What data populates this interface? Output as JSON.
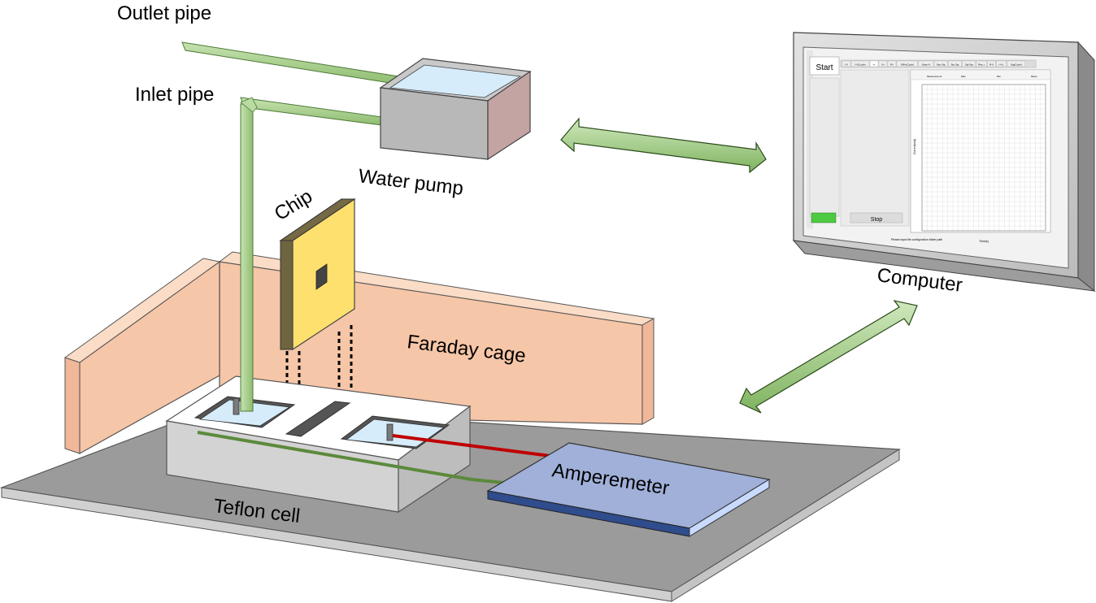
{
  "labels": {
    "outlet_pipe": "Outlet pipe",
    "inlet_pipe": "Inlet pipe",
    "water_pump": "Water pump",
    "chip": "Chip",
    "faraday_cage": "Faraday cage",
    "teflon_cell": "Teflon cell",
    "amperemeter": "Amperemeter",
    "computer": "Computer"
  },
  "screen": {
    "start_button": "Start",
    "stop_button": "Stop",
    "tabs": [
      "I-V",
      "I-V(Cycle)",
      "I-t",
      "V-t",
      "R-t",
      "IVB-t(Cycle)",
      "Solar IV",
      "Sep Stg",
      "Stp Stg",
      "Sgl Stg",
      "Res_t",
      "R-V",
      "I-V-L",
      "Stg(Cycle)"
    ],
    "chart_columns": [
      "Measurement",
      "Max",
      "Min",
      "Mean"
    ],
    "chart_ylabel": "Current(mA)",
    "chart_xlabel": "Time(s)",
    "status_text": "Please input file configuration folder path"
  },
  "colors": {
    "pipe": "#a9cf8e",
    "pump_body": "#b8b8b8",
    "pump_water": "#d6ecfa",
    "cage": "#f6c6a8",
    "chip": "#fee06e",
    "chip_edge": "#6e6440",
    "base": "#9b9b9b",
    "cell": "#d3d3d3",
    "wire_green": "#5b8a3c",
    "wire_red": "#c00000",
    "amperemeter_top": "#a0b0d8",
    "amperemeter_side": "#2f4c8c",
    "arrow": "#93c27a"
  }
}
